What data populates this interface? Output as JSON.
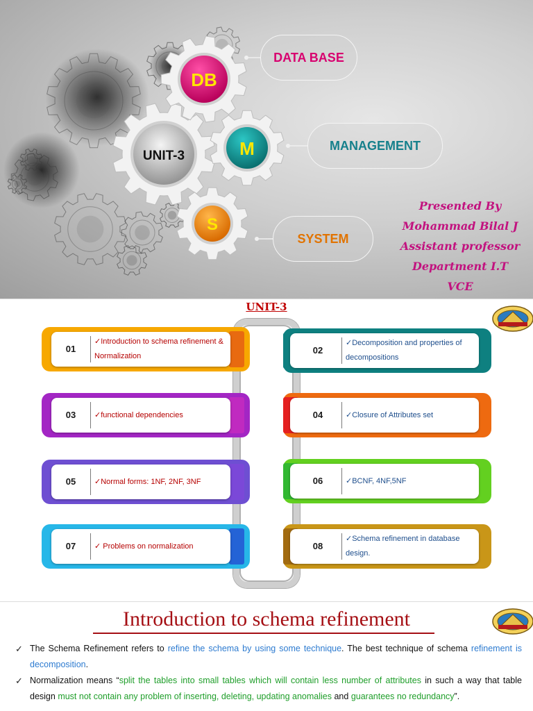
{
  "slide1": {
    "gear_labels": {
      "unit": "UNIT-3",
      "db": "DB",
      "m": "M",
      "s": "S"
    },
    "pills": {
      "db": "DATA BASE",
      "management": "MANAGEMENT",
      "system": "SYSTEM"
    },
    "presenter": [
      "Presented By",
      "Mohammad Bilal J",
      "Assistant professor",
      "Department I.T",
      "VCE"
    ],
    "colors": {
      "db": "#e6006f",
      "m": "#0f9696",
      "s": "#f28b00",
      "unit": "#8a8a8a"
    }
  },
  "slide2": {
    "title": "UNIT-3",
    "items": [
      {
        "num": "01",
        "text": "✓Introduction to schema refinement & Normalization",
        "color": "#f7a800",
        "tab": "#e86a10"
      },
      {
        "num": "02",
        "text": "✓Decomposition and properties of decompositions",
        "color": "#0e8080",
        "tab": "#0e8080"
      },
      {
        "num": "03",
        "text": "✓functional dependencies",
        "color": "#a326c4",
        "tab": "#c02ac0"
      },
      {
        "num": "04",
        "text": "✓Closure of Attributes set",
        "color": "#ee6a10",
        "tab": "#e52020"
      },
      {
        "num": "05",
        "text": "✓Normal forms: 1NF, 2NF, 3NF",
        "color": "#6e4fd2",
        "tab": "#7b48d8"
      },
      {
        "num": "06",
        "text": "✓BCNF, 4NF,5NF",
        "color": "#63d020",
        "tab": "#32b832"
      },
      {
        "num": "07",
        "text": "✓ Problems on normalization",
        "color": "#27b7e8",
        "tab": "#2463d6"
      },
      {
        "num": "08",
        "text": "✓Schema refinement in database design.",
        "color": "#c99618",
        "tab": "#a26b10"
      }
    ]
  },
  "slide3": {
    "title": "Introduction to schema refinement",
    "tick": "✓",
    "b1": {
      "t1": "The Schema Refinement refers to ",
      "t2": "refine the schema by using some technique",
      "t3": ". The best technique of schema ",
      "t4": "refinement is decomposition",
      "t5": "."
    },
    "b2": {
      "t1": "Normalization means “",
      "t2": "split the tables into small tables which will contain less number of attributes",
      "t3": " in such a way that table design ",
      "t4": "must not contain any problem of inserting, deleting, updating anomalies",
      "t5": " and ",
      "t6": "guarantees no redundancy",
      "t7": "”."
    }
  }
}
